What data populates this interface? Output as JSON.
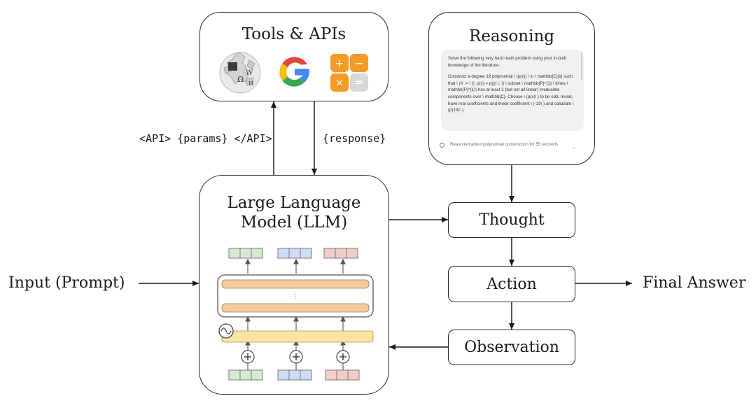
{
  "tools_box": {
    "title": "Tools & APIs",
    "icons": [
      "wikipedia-logo",
      "google-g-logo",
      "calculator-icon"
    ],
    "calculator_keys": [
      "+",
      "−",
      "×",
      "="
    ]
  },
  "reasoning_box": {
    "title": "Reasoning",
    "prompt_intro": "Solve the following very hard math problem using your in-built knowledge of the literature:",
    "prompt_body": "Construct a degree 19 polynomial \\ (p(x)) \\ in \\ mathbb{C}[x] such that \\ (X := \\ {\\, p(x) = p(y) \\, \\} \\ subset \\ mathbb{P}^{1} \\ times \\ mathbb{P}^{1}\\ has at least 3 (but not all linear) irreducible components over \\ mathbb{C}. Choose \\ (p(x)\\ ) to be odd, monic, have real coefficients and linear coefficient \\ (-19\\ ) and calculate \\ (p(19)\\ ).",
    "footer": "Reasoned about polynomial construction for 55 seconds"
  },
  "llm_box": {
    "title_line1": "Large Language",
    "title_line2": "Model (LLM)"
  },
  "labels": {
    "api_call": "<API> {params} </API>",
    "response": "{response}"
  },
  "flow": {
    "thought": "Thought",
    "action": "Action",
    "observation": "Observation"
  },
  "io": {
    "input": "Input (Prompt)",
    "output": "Final Answer"
  },
  "colors": {
    "green": "#d6ead2",
    "blue": "#cfdcf7",
    "red": "#f1cdc8",
    "orange": "#f7c99e",
    "yellow": "#fbe3a2"
  }
}
